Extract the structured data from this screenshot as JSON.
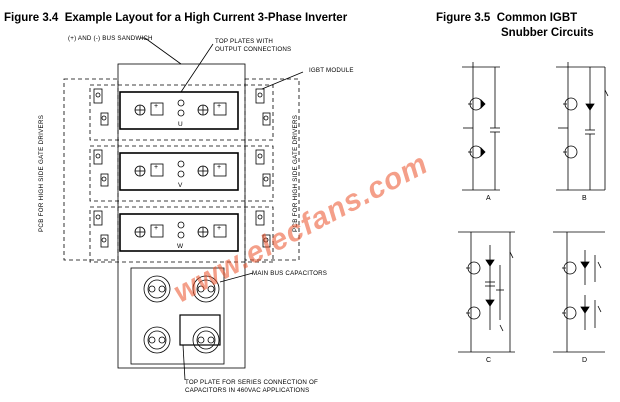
{
  "figure_34": {
    "title": "Figure 3.4  Example Layout for a High Current 3-Phase Inverter",
    "labels": {
      "bus_sandwich": "(+) AND (-) BUS SANDWICH",
      "top_plates": "TOP PLATES WITH\nOUTPUT CONNECTIONS",
      "igbt_module": "IGBT MODULE",
      "main_caps": "MAIN BUS CAPACITORS",
      "series_plate": "TOP PLATE FOR SERIES CONNECTION OF\nCAPACITORS IN 460VAC APPLICATIONS",
      "pcb_left": "PCB FOR HIGH SIDE GATE DRIVERS",
      "pcb_right": "PCB FOR HIGH SIDE GATE DRIVERS"
    },
    "phases": [
      "U",
      "V",
      "W"
    ],
    "plus_sign": "+"
  },
  "figure_35": {
    "title_line1": "Figure 3.5  Common IGBT",
    "title_line2": "Snubber Circuits",
    "circuits": [
      "A",
      "B",
      "C",
      "D"
    ]
  },
  "watermark": "www.elecfans.com"
}
